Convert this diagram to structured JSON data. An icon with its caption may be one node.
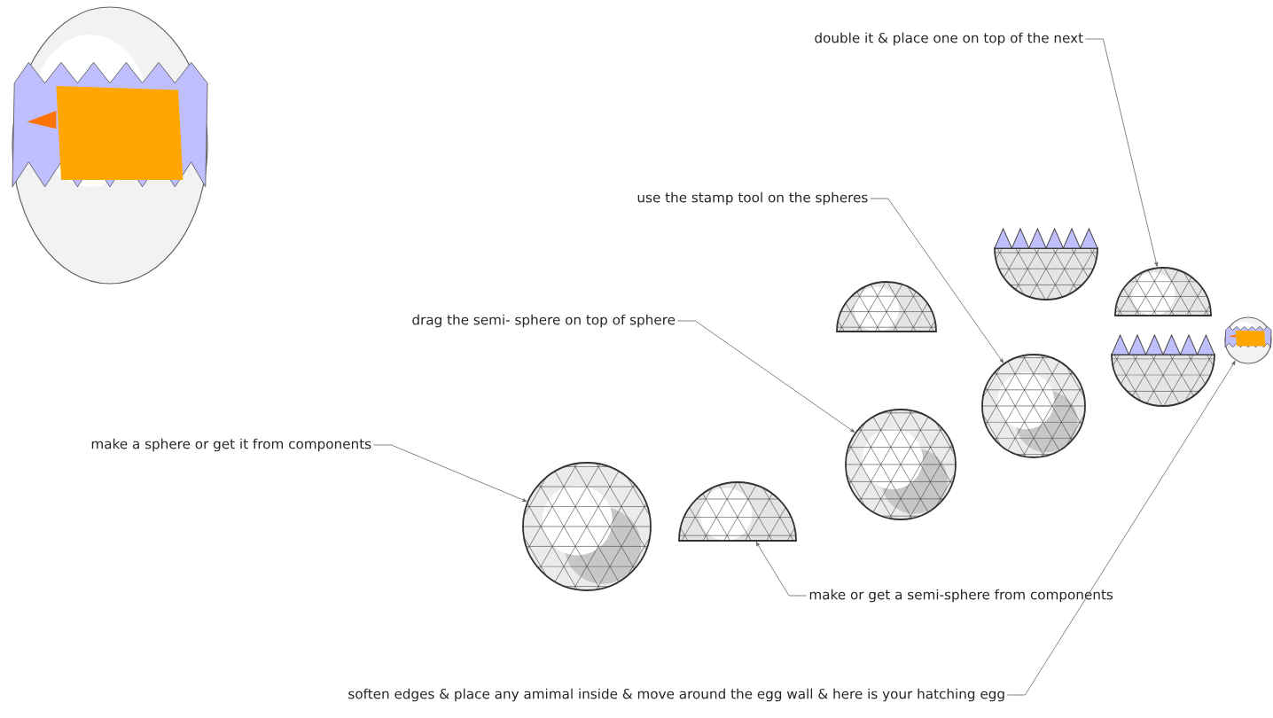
{
  "diagram": {
    "nodes": [
      {
        "text": [
          "double it & place one on top of the next"
        ]
      },
      {
        "text": [
          "use the stamp tool on the spheres"
        ]
      },
      {
        "text": [
          "drag the semi- sphere on top of sphere"
        ]
      },
      {
        "text": [
          "make a sphere or get it from components"
        ]
      },
      {
        "text": [
          "make or get a semi-sphere from components"
        ]
      },
      {
        "text": [
          "soften edges & place any amimal inside & move around the egg wall & here is your hatching egg"
        ]
      },
      {
        "text": [],
        "shape": "semicircle"
      },
      {
        "text": [],
        "shape": "circle"
      },
      {
        "text": [],
        "shape": "circle"
      },
      {
        "text": [],
        "shape": "circle"
      },
      {
        "text": [],
        "shape": "semicircle"
      },
      {
        "text": [],
        "shape": "picture"
      }
    ],
    "edges": [
      {
        "from": 0,
        "to": 6,
        "arrow": "to"
      },
      {
        "from": 1,
        "to": 7,
        "arrow": "to"
      },
      {
        "from": 2,
        "to": 8,
        "arrow": "to"
      },
      {
        "from": 3,
        "to": 9,
        "arrow": "to"
      },
      {
        "from": 4,
        "to": 10,
        "arrow": "to"
      },
      {
        "from": 5,
        "to": 11,
        "arrow": "to"
      }
    ]
  }
}
